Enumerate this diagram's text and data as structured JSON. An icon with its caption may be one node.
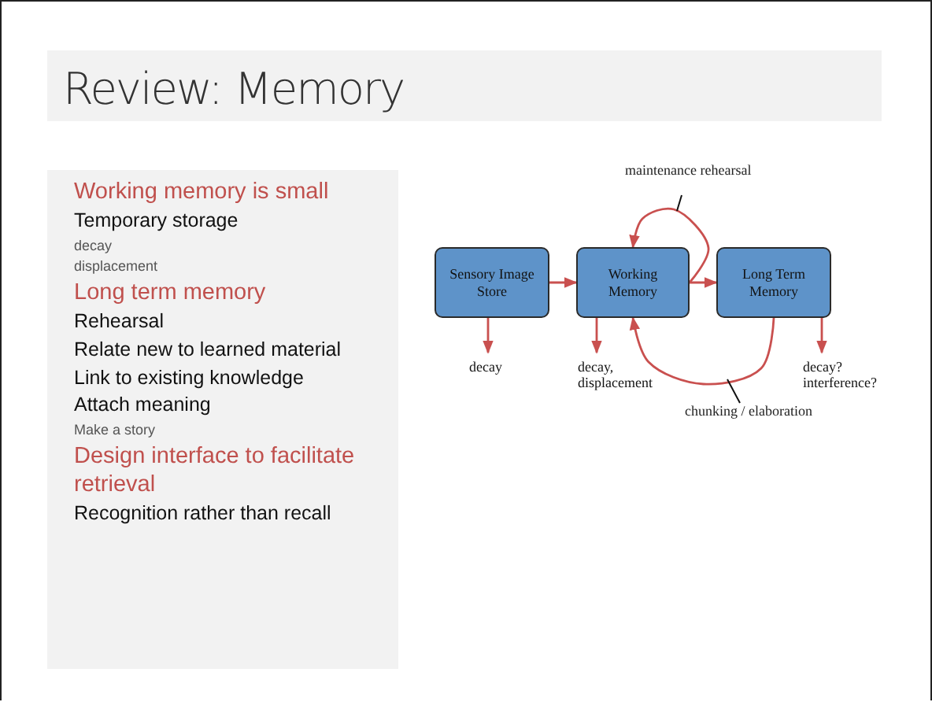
{
  "diagram": {
    "title": "Review: Memory",
    "nodes": [
      {
        "text": [
          "Sensory Image Store"
        ]
      },
      {
        "text": [
          "Working Memory"
        ]
      },
      {
        "text": [
          "Long Term Memory"
        ]
      },
      {
        "text": [
          "decay"
        ]
      },
      {
        "text": [
          "decay, displacement"
        ]
      },
      {
        "text": [
          "decay? interference?"
        ]
      }
    ],
    "edges": [
      {
        "from": 0,
        "to": 1,
        "arrow": "to"
      },
      {
        "from": 1,
        "to": 2,
        "arrow": "to"
      },
      {
        "from": 1,
        "to": 1,
        "arrow": "to",
        "label": "maintenance rehearsal"
      },
      {
        "from": 2,
        "to": 1,
        "arrow": "to",
        "label": "chunking / elaboration"
      },
      {
        "from": 0,
        "to": 3,
        "arrow": "to"
      },
      {
        "from": 1,
        "to": 4,
        "arrow": "to"
      },
      {
        "from": 2,
        "to": 5,
        "arrow": "to"
      }
    ],
    "labels": [
      "Working memory is small",
      "Temporary storage",
      "decay",
      "displacement",
      "Long term memory",
      "Rehearsal",
      "Relate new to learned material",
      "Link to existing knowledge",
      "Attach meaning",
      "Make a story",
      "Design interface to facilitate retrieval",
      "Recognition rather than recall"
    ]
  }
}
